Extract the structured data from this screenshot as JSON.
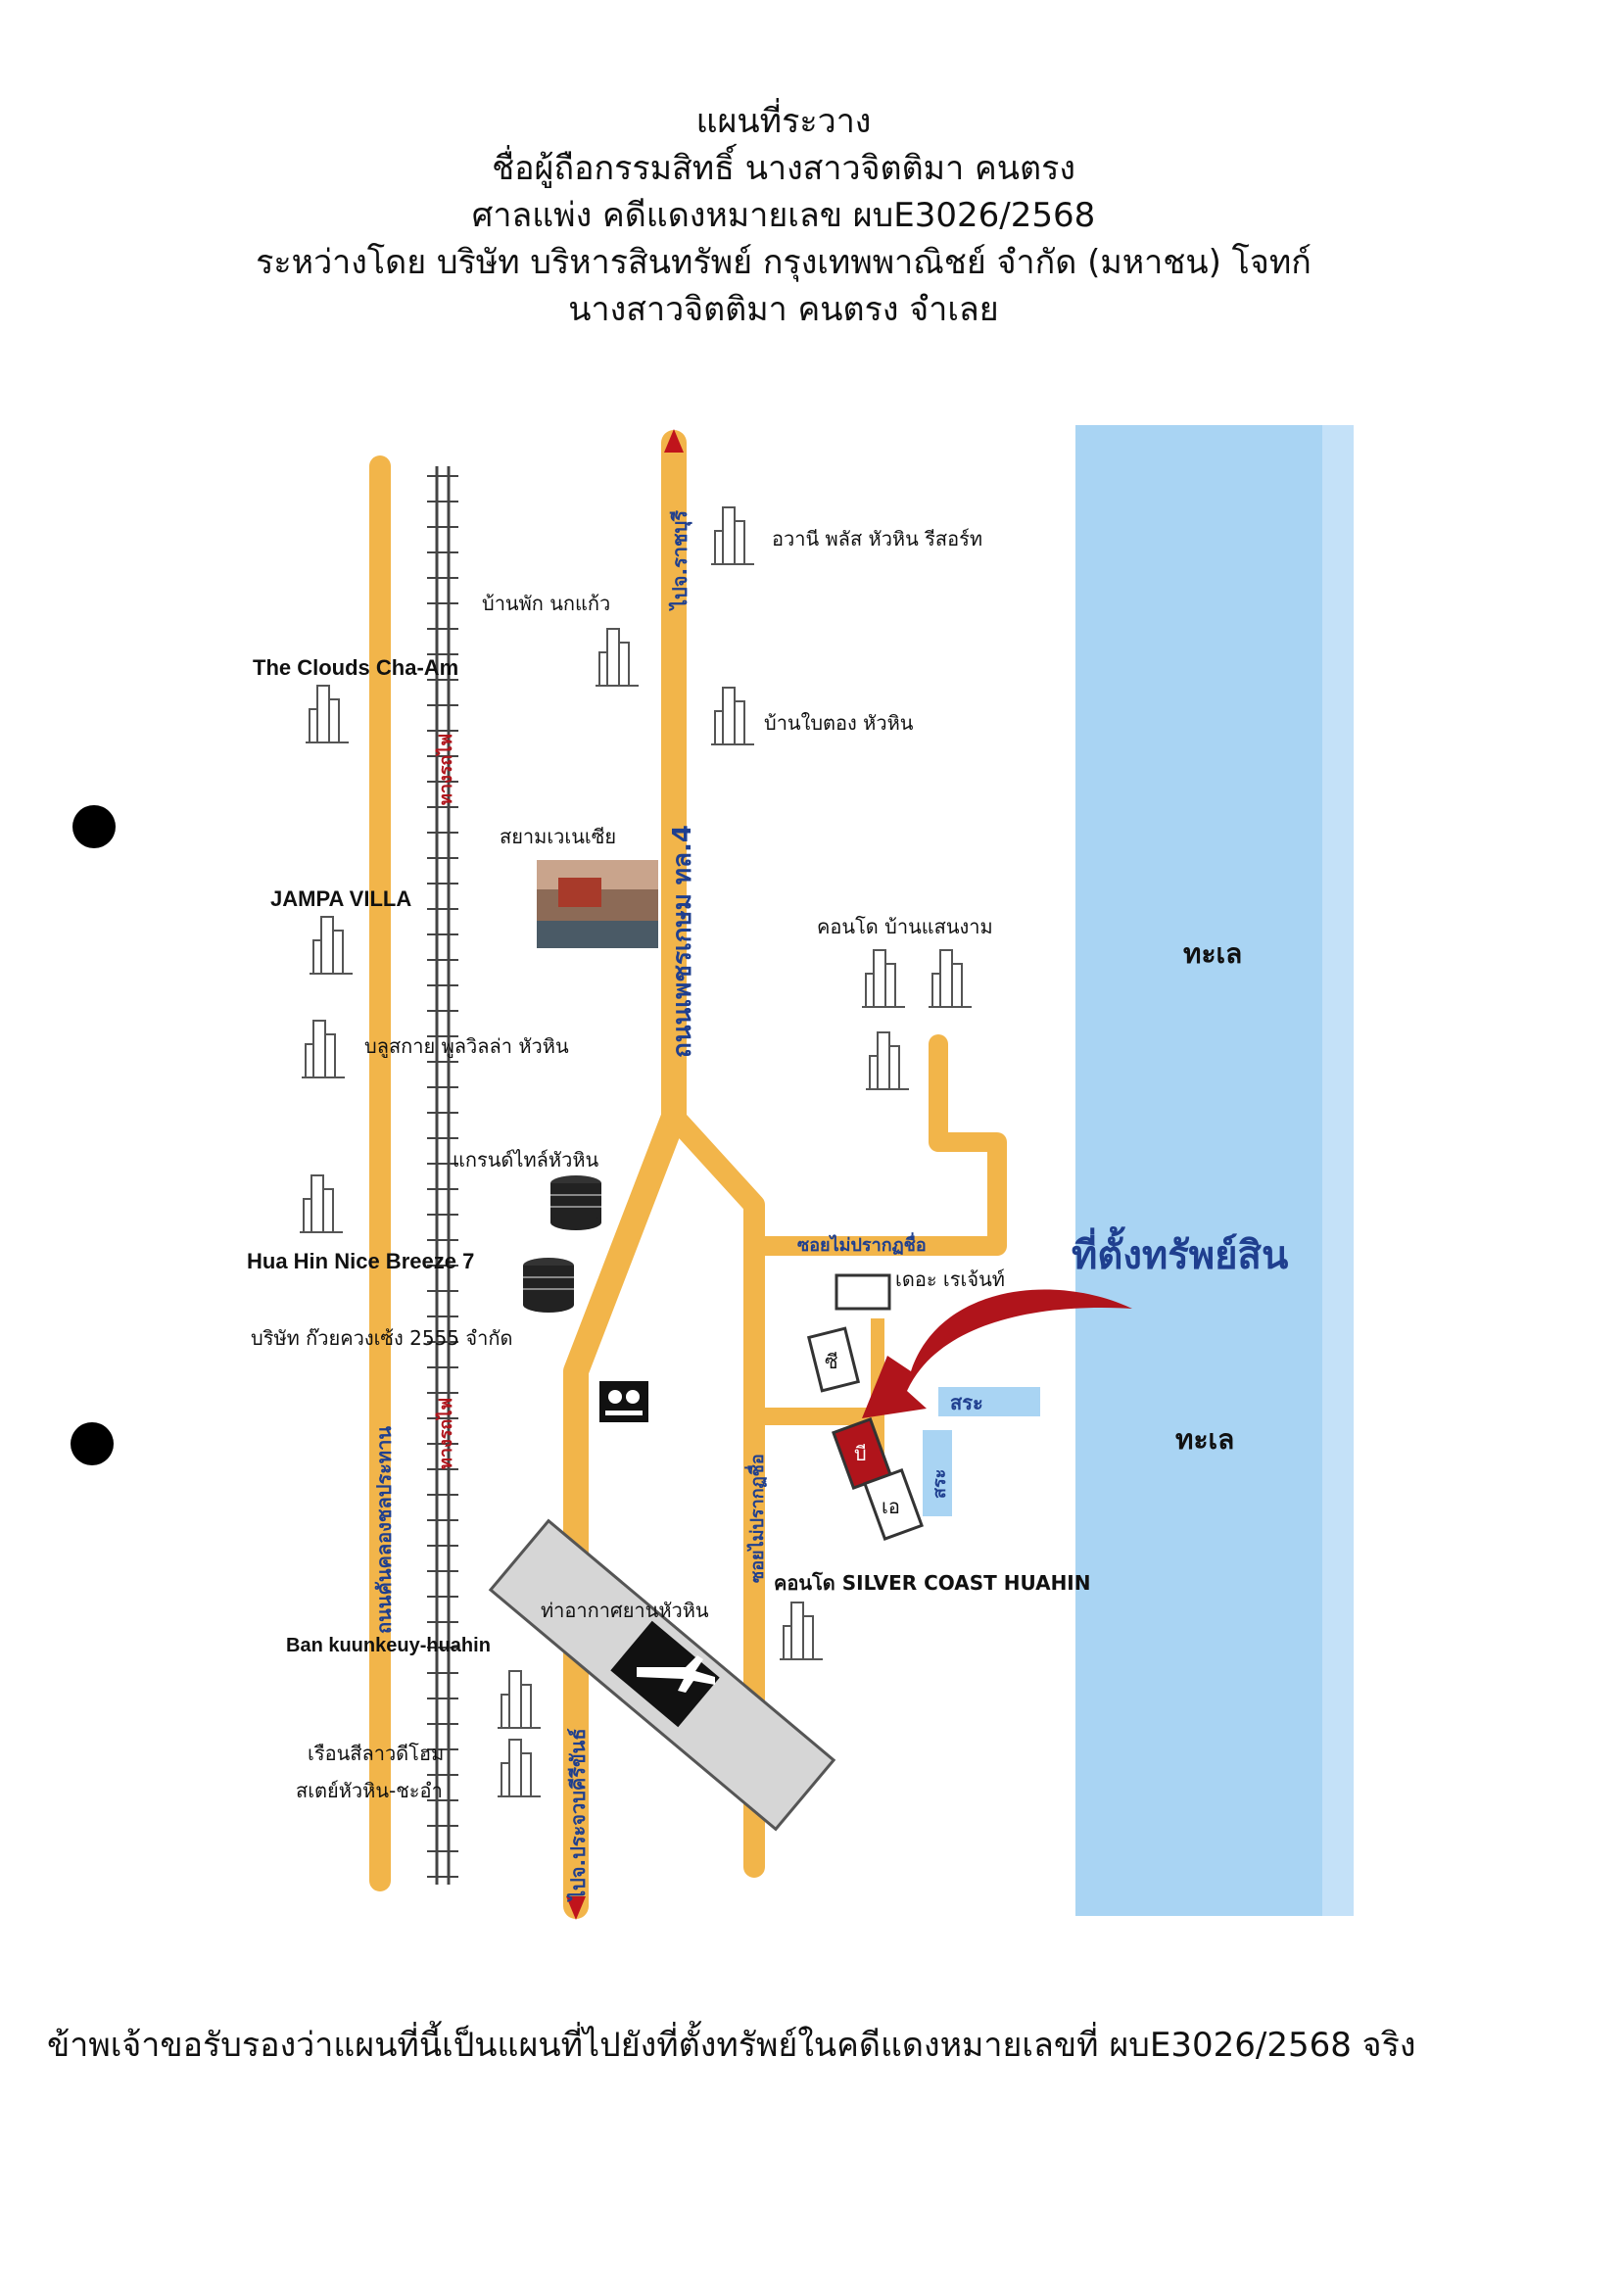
{
  "header": {
    "line1": "แผนที่ระวาง",
    "line2": "ชื่อผู้ถือกรรมสิทธิ์ นางสาวจิตติมา คนตรง",
    "line3": "ศาลแพ่ง คดีแดงหมายเลข ผบE3026/2568",
    "line4": "ระหว่างโดย บริษัท บริหารสินทรัพย์ กรุงเทพพาณิชย์ จำกัด (มหาชน) โจทก์",
    "line5": "นางสาวจิตติมา คนตรง จำเลย"
  },
  "map": {
    "sea_label_1": "ทะเล",
    "sea_label_2": "ทะเล",
    "property_label": "ที่ตั้งทรัพย์สิน",
    "roads": {
      "highway": "ถนนเพชรเกษม ทล.4",
      "to_north": "ไปจ.ราชบุรี",
      "to_south": "ไปจ.ประจวบคีรีขันธ์",
      "west_road": "ถนนคันคลองชลประทาน",
      "railway": "ทางรถไฟ",
      "railway_2": "ทางรถไฟ",
      "soi_1": "ซอยไม่ปรากฏชื่อ",
      "soi_2": "ซอยไม่ปรากฏชื่อ"
    },
    "places": {
      "avani": "อวานี พลัส หัวหิน รีสอร์ท",
      "baan_pak": "บ้านพัก นกแก้ว",
      "clouds": "The Clouds Cha-Am",
      "baan_bai_tong": "บ้านใบตอง หัวหิน",
      "siam_venezia": "สยามเวเนเซีย",
      "jampa": "JAMPA VILLA",
      "condo_saen_ngam": "คอนโด บ้านแสนงาม",
      "blue_sky": "บลูสกาย พูลวิลล่า หัวหิน",
      "grand_style": "แกรนด์ไทล์หัวหิน",
      "nice_breeze": "Hua Hin Nice Breeze 7",
      "kuay": "บริษัท ก๊วยควงเซ้ง 2555 จำกัด",
      "the_regent": "เดอะ เรเจ้นท์",
      "pool_1": "สระ",
      "pool_2": "สระ",
      "block_c": "ซี",
      "block_b": "บี",
      "block_a": "เอ",
      "silver_coast": "คอนโด SILVER COAST HUAHIN",
      "airport": "ท่าอากาศยานหัวหิน",
      "kuunkeuy": "Ban kuunkeuy-huahin",
      "ruen_1": "เรือนสีลาวดีโฮม",
      "ruen_2": "สเตย์หัวหิน-ชะอำ"
    },
    "colors": {
      "road": "#f2b54a",
      "sea": "#a9d4f3",
      "pool": "#a9d4f3",
      "property": "#b0141b",
      "arrow": "#b0141b",
      "runway": "#d6d6d6"
    }
  },
  "footer": {
    "text": "ข้าพเจ้าขอรับรองว่าแผนที่นี้เป็นแผนที่ไปยังที่ตั้งทรัพย์ในคดีแดงหมายเลขที่  ผบE3026/2568 จริง"
  }
}
